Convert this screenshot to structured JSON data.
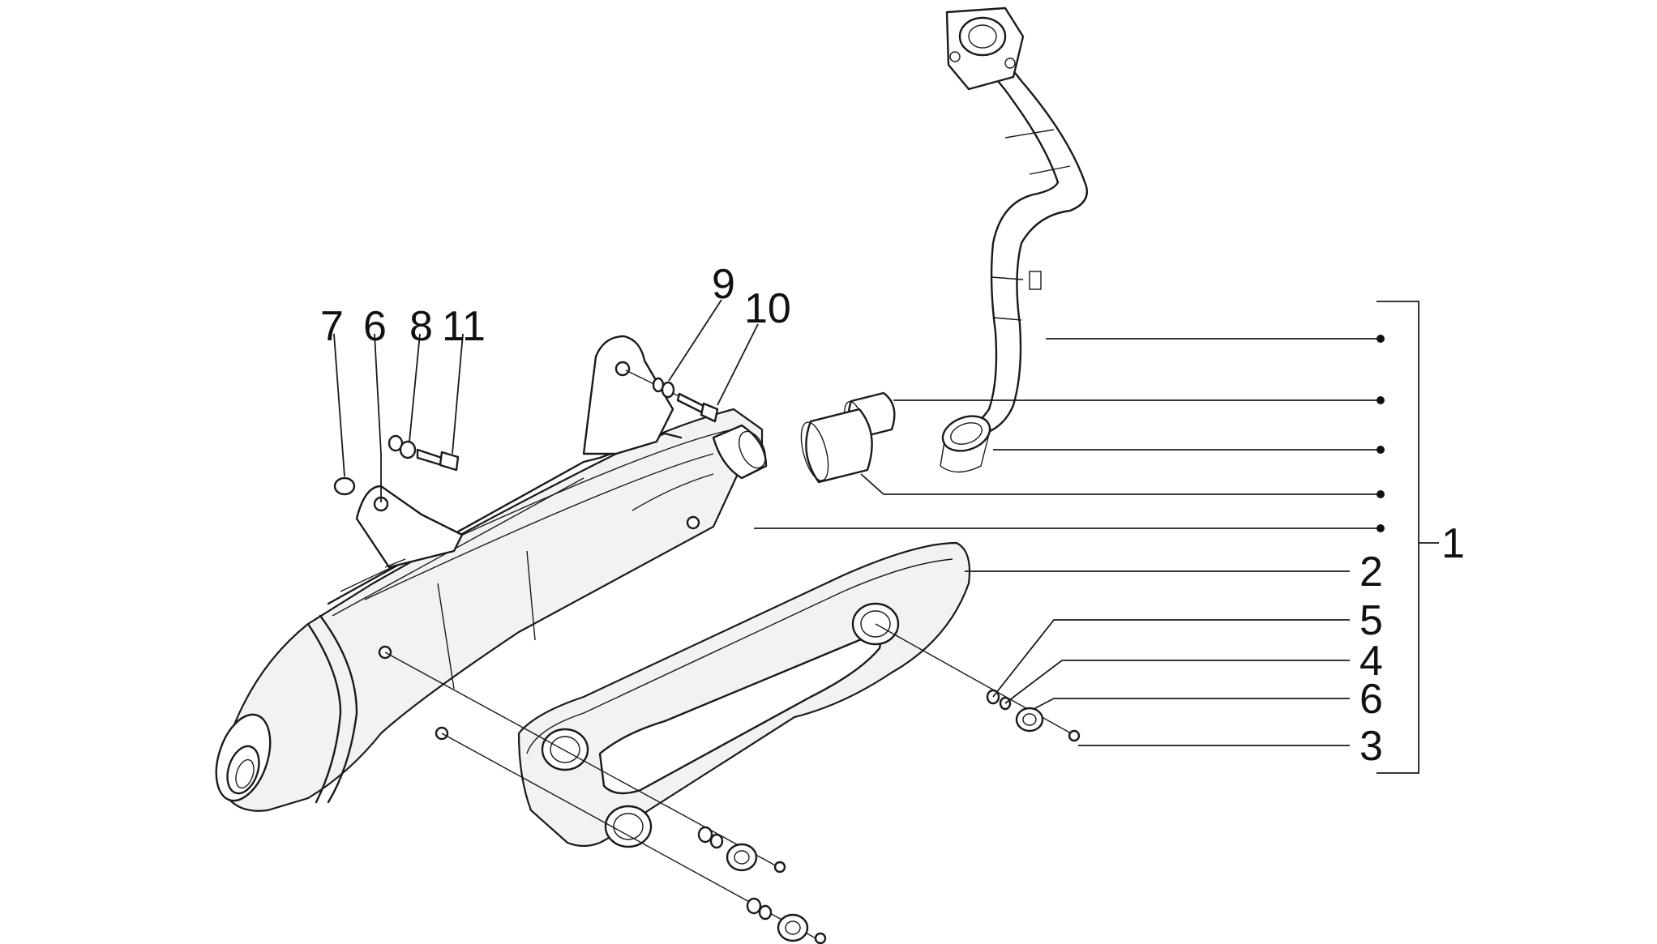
{
  "callouts": [
    {
      "id": "c7",
      "label": "7"
    },
    {
      "id": "c6a",
      "label": "6"
    },
    {
      "id": "c8",
      "label": "8"
    },
    {
      "id": "c11",
      "label": "11"
    },
    {
      "id": "c9",
      "label": "9"
    },
    {
      "id": "c10",
      "label": "10"
    },
    {
      "id": "c1",
      "label": "1"
    },
    {
      "id": "c2",
      "label": "2"
    },
    {
      "id": "c5",
      "label": "5"
    },
    {
      "id": "c4",
      "label": "4"
    },
    {
      "id": "c6b",
      "label": "6"
    },
    {
      "id": "c3",
      "label": "3"
    }
  ]
}
